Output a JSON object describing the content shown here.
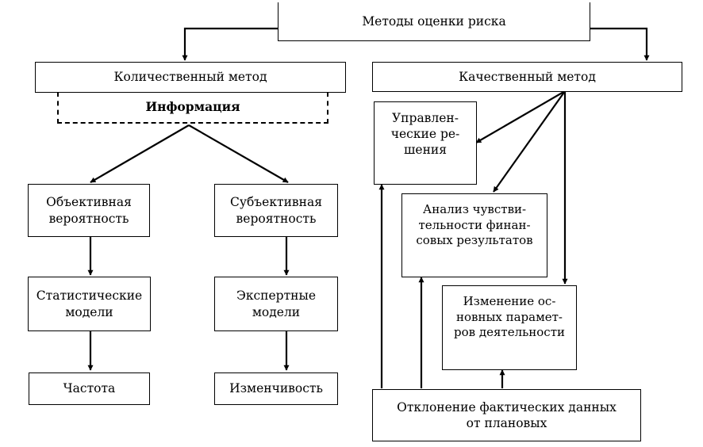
{
  "diagram": {
    "root": "Методы оценки риска",
    "quantitative": "Количественный метод",
    "qualitative": "Качественный метод",
    "information": "Информация",
    "objective_probability": "Объективная\nвероятность",
    "subjective_probability": "Субъективная\nвероятность",
    "statistical_models": "Статистические\nмодели",
    "expert_models": "Экспертные\nмодели",
    "frequency": "Частота",
    "variability": "Изменчивость",
    "management_decisions": "Управлен-\nческие ре-\nшения",
    "sensitivity_analysis": "Анализ чувстви-\nтельности финан-\nсовых результатов",
    "parameter_change": "Изменение ос-\nновных парамет-\nров деятельности",
    "deviation": "Отклонение фактических данных\nот плановых"
  }
}
